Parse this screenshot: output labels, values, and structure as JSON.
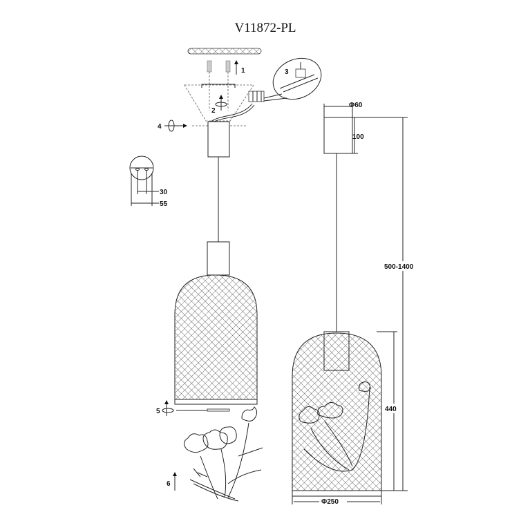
{
  "title": "V11872-PL",
  "steps": [
    "1",
    "2",
    "3",
    "4",
    "5",
    "6"
  ],
  "dimensions": {
    "canopy_diameter": "Φ60",
    "canopy_height": "100",
    "cord_length": "500-1400",
    "shade_height": "440",
    "shade_diameter": "Φ250",
    "mount_hole_spacing": "30",
    "mount_plate_width": "55"
  }
}
